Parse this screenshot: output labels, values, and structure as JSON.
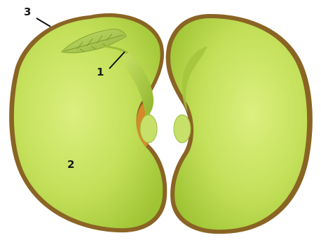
{
  "diagram": {
    "subject": "bean-seed-opened",
    "labels": [
      {
        "id": "plumule",
        "text": "1"
      },
      {
        "id": "cotyledon",
        "text": "2"
      },
      {
        "id": "seed-coat",
        "text": "3"
      }
    ]
  },
  "colors": {
    "background": "#ffffff",
    "cotyledon_light": "#d8ec78",
    "cotyledon_mid": "#b9d94c",
    "cotyledon_dark": "#95bd2e",
    "seed_coat": "#8a6424",
    "hilum_orange": "#d48a2a",
    "leaflet": "#a7c64a",
    "leader_line": "#111111"
  }
}
